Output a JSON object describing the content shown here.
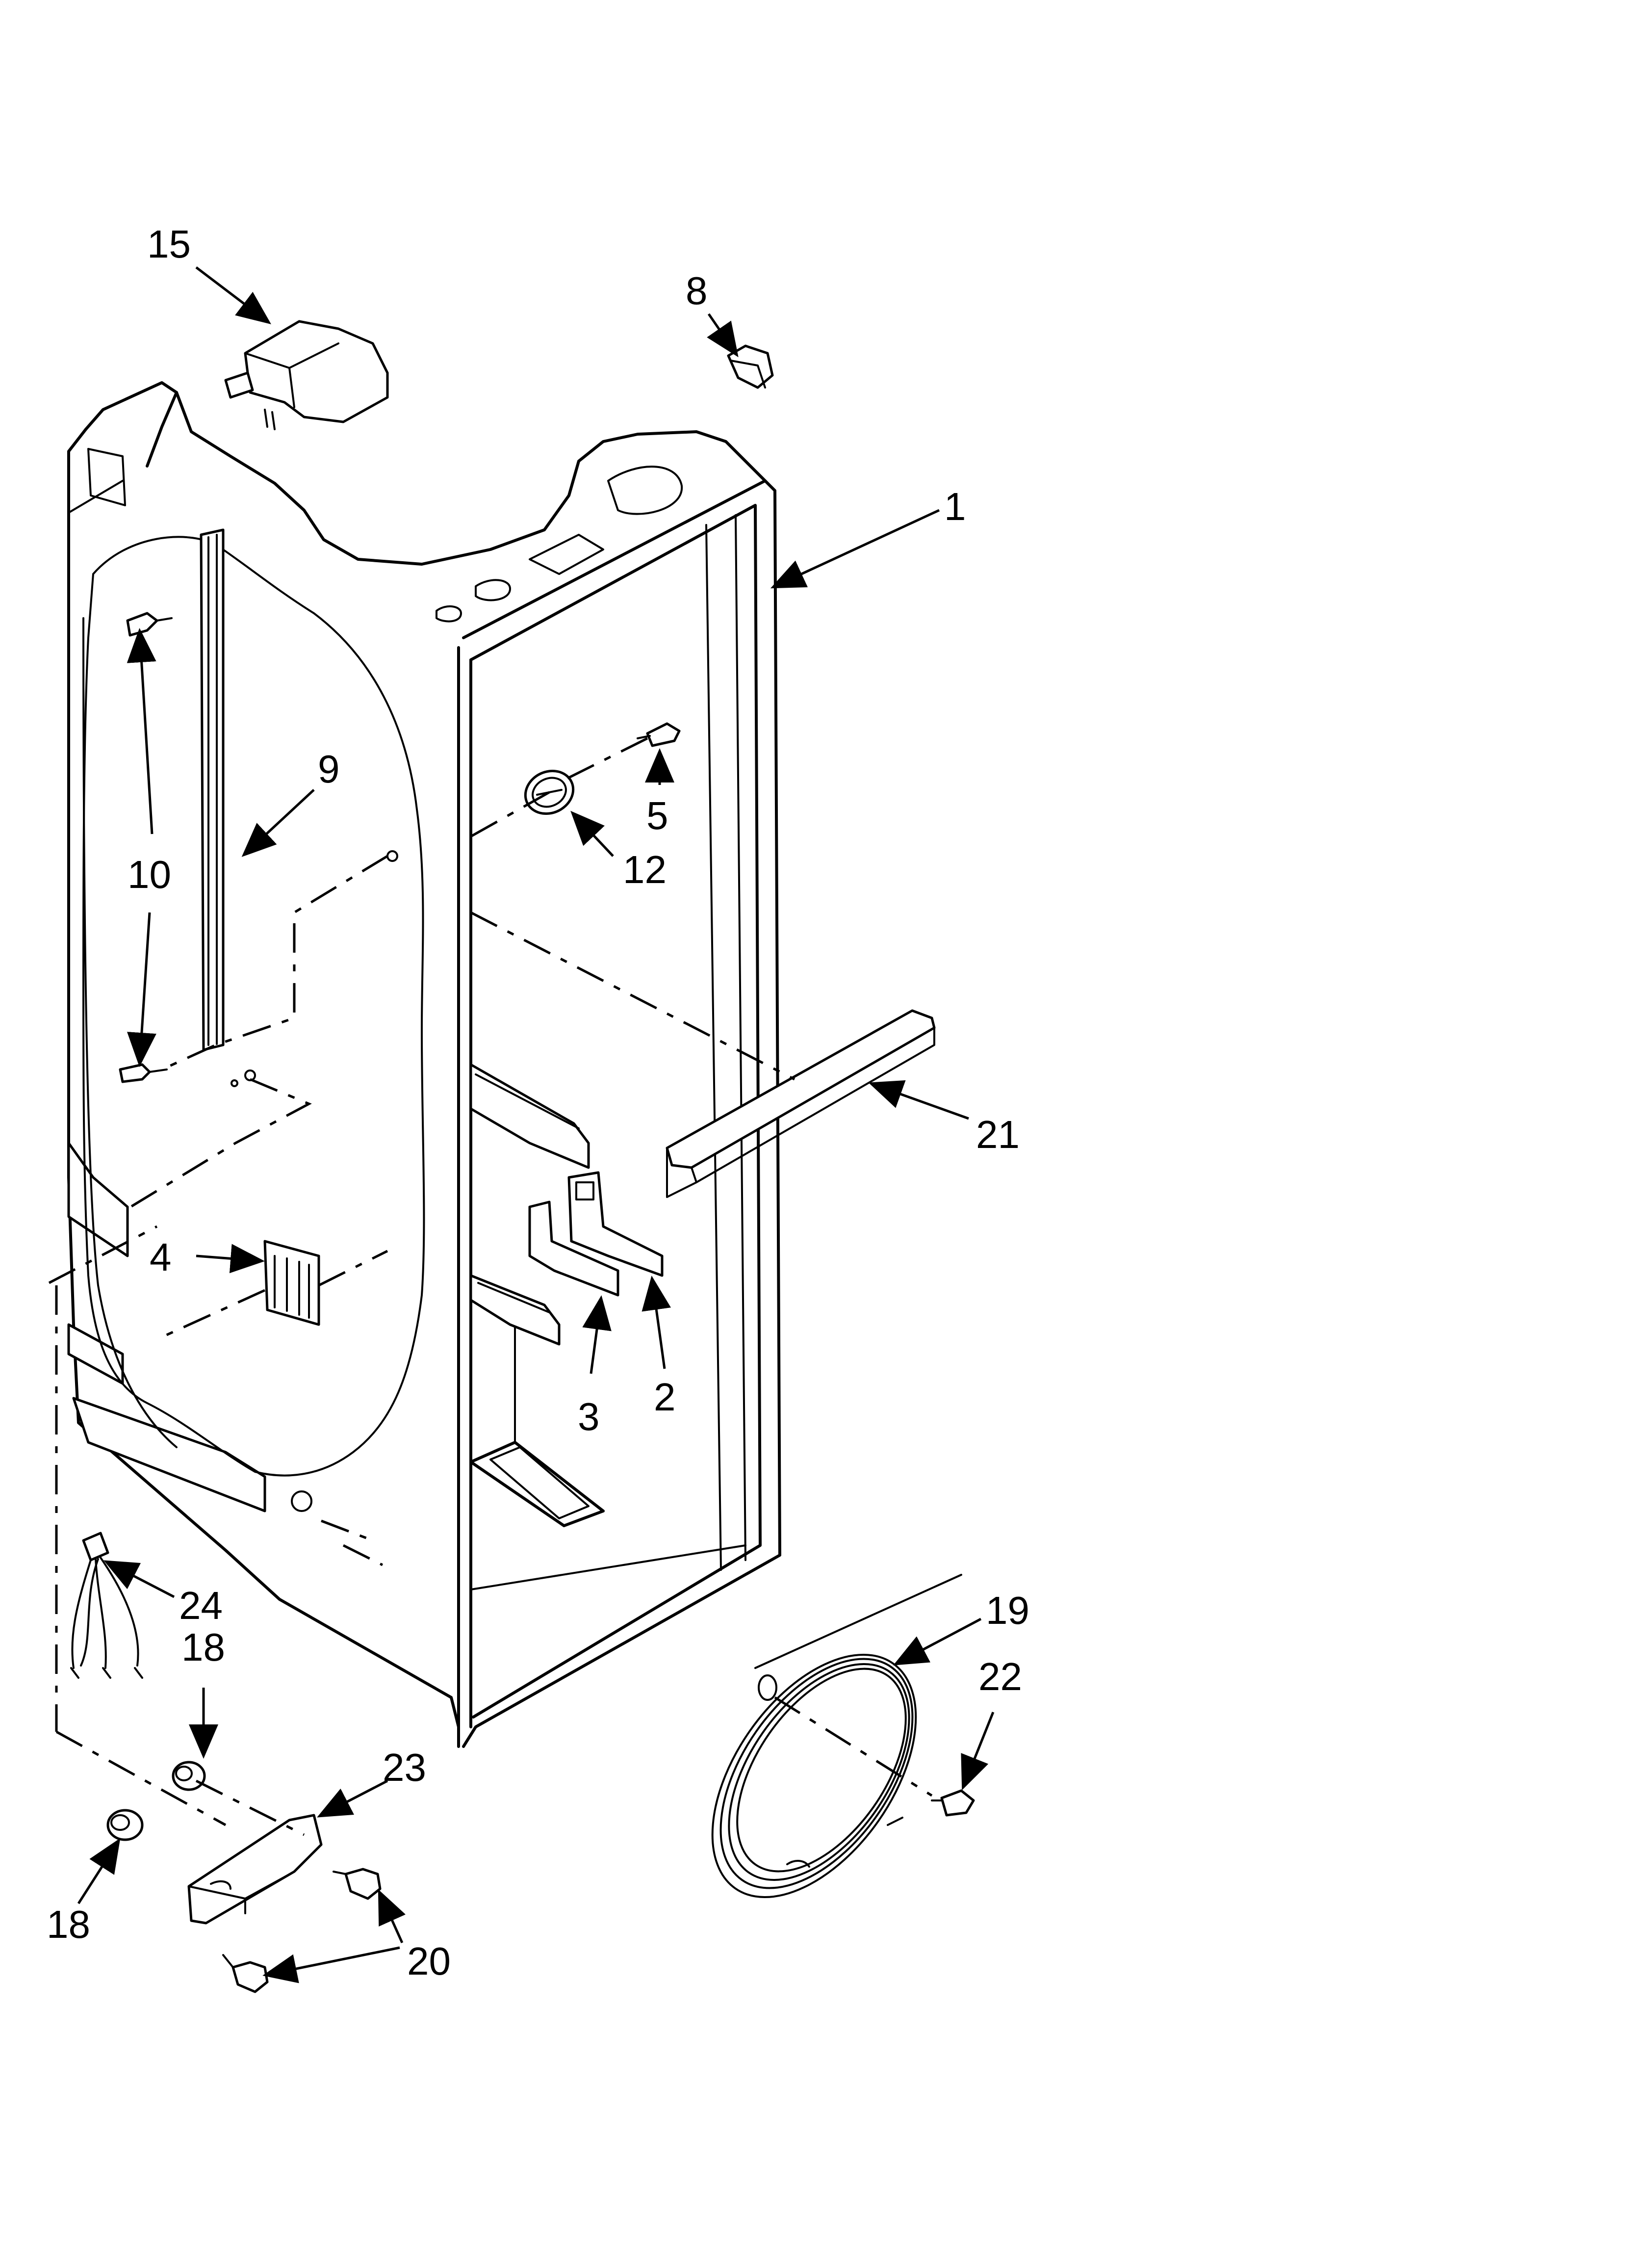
{
  "callouts": [
    {
      "id": "c15",
      "text": "15"
    },
    {
      "id": "c8",
      "text": "8"
    },
    {
      "id": "c1",
      "text": "1"
    },
    {
      "id": "c9",
      "text": "9"
    },
    {
      "id": "c10",
      "text": "10"
    },
    {
      "id": "c5",
      "text": "5"
    },
    {
      "id": "c12",
      "text": "12"
    },
    {
      "id": "c21",
      "text": "21"
    },
    {
      "id": "c4",
      "text": "4"
    },
    {
      "id": "c3",
      "text": "3"
    },
    {
      "id": "c2",
      "text": "2"
    },
    {
      "id": "c24",
      "text": "24"
    },
    {
      "id": "c18a",
      "text": "18"
    },
    {
      "id": "c23",
      "text": "23"
    },
    {
      "id": "c19",
      "text": "19"
    },
    {
      "id": "c22",
      "text": "22"
    },
    {
      "id": "c18b",
      "text": "18"
    },
    {
      "id": "c20",
      "text": "20"
    }
  ]
}
